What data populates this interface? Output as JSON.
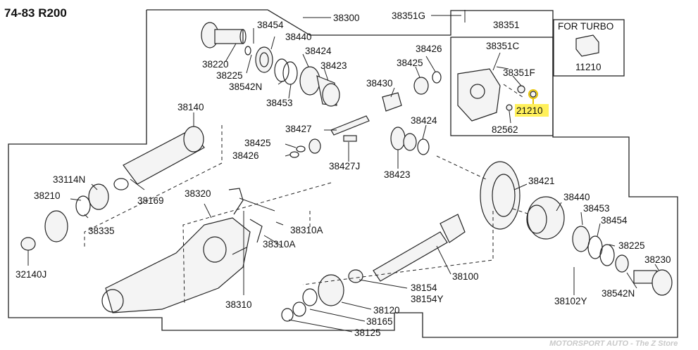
{
  "title": "74-83 R200",
  "highlight_color": "#fff05a",
  "watermark": "MOTORSPORT AUTO - The Z Store",
  "labels": {
    "p38300": "38300",
    "p38351G": "38351G",
    "p38351": "38351",
    "for_turbo": "FOR TURBO",
    "p11210": "11210",
    "p38454_top": "38454",
    "p38440_top": "38440",
    "p38424_top": "38424",
    "p38423_top": "38423",
    "p38220": "38220",
    "p38225_top": "38225",
    "p38542N_top": "38542N",
    "p38453_top": "38453",
    "p38426_top": "38426",
    "p38425_top": "38425",
    "p38430": "38430",
    "p38351C": "38351C",
    "p38351F": "38351F",
    "p21210": "21210",
    "p82562": "82562",
    "p38140": "38140",
    "p38427": "38427",
    "p38425_mid": "38425",
    "p38426_mid": "38426",
    "p38427J": "38427J",
    "p38424_mid": "38424",
    "p38423_mid": "38423",
    "p33114N": "33114N",
    "p38210": "38210",
    "p38169": "38169",
    "p38320": "38320",
    "p38335": "38335",
    "p32140J": "32140J",
    "p38310A_upper": "38310A",
    "p38310A_lower": "38310A",
    "p38310": "38310",
    "p38421": "38421",
    "p38440_right": "38440",
    "p38453_right": "38453",
    "p38454_right": "38454",
    "p38225_right": "38225",
    "p38230": "38230",
    "p38542N_right": "38542N",
    "p38102Y": "38102Y",
    "p38100": "38100",
    "p38154": "38154",
    "p38154Y": "38154Y",
    "p38120": "38120",
    "p38165": "38165",
    "p38125": "38125"
  }
}
